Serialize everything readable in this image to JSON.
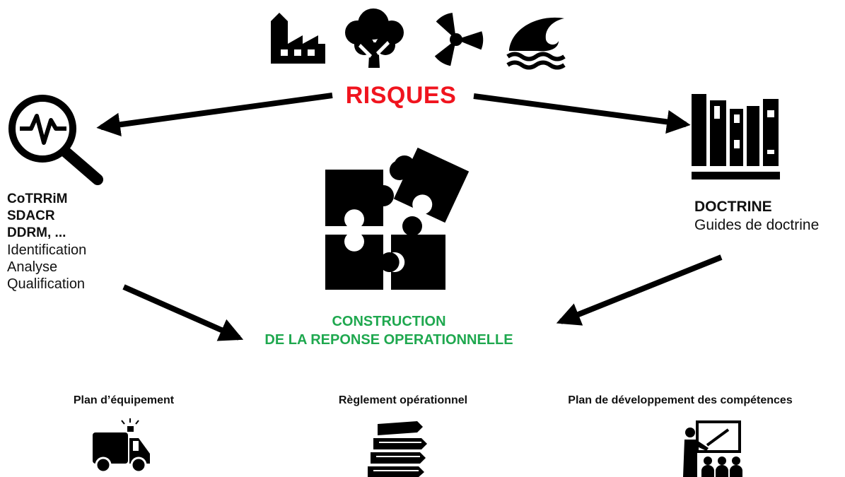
{
  "colors": {
    "risques": "#f0141e",
    "construction": "#1fa84f",
    "ink": "#000000"
  },
  "top_icons": [
    "factory-icon",
    "tree-icon",
    "radiation-icon",
    "wave-icon"
  ],
  "risques": {
    "label": "RISQUES"
  },
  "left": {
    "icon": "magnifier-pulse-icon",
    "bold_lines": [
      "CoTRRiM",
      "SDACR",
      "DDRM, ..."
    ],
    "lines": [
      "Identification",
      "Analyse",
      "Qualification"
    ]
  },
  "right": {
    "icon": "bookshelf-icon",
    "title": "DOCTRINE",
    "subtitle": "Guides de doctrine"
  },
  "center": {
    "icon": "puzzle-icon",
    "line1": "CONSTRUCTION",
    "line2": "DE LA REPONSE OPERATIONNELLE"
  },
  "bottom": [
    {
      "label": "Plan d’équipement",
      "icon": "ambulance-icon"
    },
    {
      "label": "Règlement opérationnel",
      "icon": "book-stack-icon"
    },
    {
      "label": "Plan de développement des compétences",
      "icon": "teacher-board-icon"
    }
  ]
}
